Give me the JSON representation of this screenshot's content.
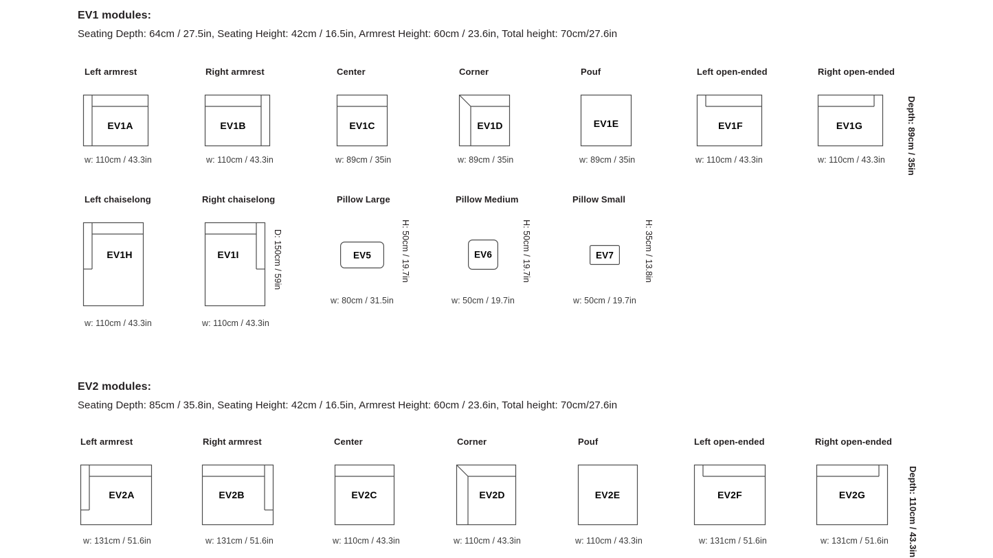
{
  "sections": [
    {
      "id": "ev1",
      "title": "EV1 modules:",
      "specs": "Seating Depth: 64cm / 27.5in, Seating Height: 42cm / 16.5in, Armrest Height: 60cm / 23.6in, Total height: 70cm/27.6in",
      "depth_label": "Depth: 89cm / 35in",
      "modules": [
        {
          "title": "Left armrest",
          "code": "EV1A",
          "width": "w: 110cm / 43.3in",
          "type": "armrest-left"
        },
        {
          "title": "Right armrest",
          "code": "EV1B",
          "width": "w: 110cm / 43.3in",
          "type": "armrest-right"
        },
        {
          "title": "Center",
          "code": "EV1C",
          "width": "w: 89cm / 35in",
          "type": "center"
        },
        {
          "title": "Corner",
          "code": "EV1D",
          "width": "w: 89cm / 35in",
          "type": "corner"
        },
        {
          "title": "Pouf",
          "code": "EV1E",
          "width": "w: 89cm / 35in",
          "type": "pouf"
        },
        {
          "title": "Left open-ended",
          "code": "EV1F",
          "width": "w: 110cm / 43.3in",
          "type": "open-left"
        },
        {
          "title": "Right open-ended",
          "code": "EV1G",
          "width": "w: 110cm / 43.3in",
          "type": "open-right"
        }
      ],
      "modules_row2": [
        {
          "title": "Left chaiselong",
          "code": "EV1H",
          "width": "w: 110cm / 43.3in",
          "type": "chaise-left",
          "vlabel": ""
        },
        {
          "title": "Right chaiselong",
          "code": "EV1I",
          "width": "w: 110cm / 43.3in",
          "type": "chaise-right",
          "vlabel": "D: 150cm / 59in"
        },
        {
          "title": "Pillow Large",
          "code": "EV5",
          "width": "w: 80cm / 31.5in",
          "type": "pillow-large",
          "vlabel": "H: 50cm / 19.7in"
        },
        {
          "title": "Pillow Medium",
          "code": "EV6",
          "width": "w: 50cm / 19.7in",
          "type": "pillow-medium",
          "vlabel": "H: 50cm / 19.7in"
        },
        {
          "title": "Pillow Small",
          "code": "EV7",
          "width": "w: 50cm / 19.7in",
          "type": "pillow-small",
          "vlabel": "H: 35cm / 13.8in"
        }
      ]
    },
    {
      "id": "ev2",
      "title": "EV2 modules:",
      "specs": "Seating Depth: 85cm / 35.8in, Seating Height: 42cm / 16.5in, Armrest Height: 60cm / 23.6in, Total height: 70cm/27.6in",
      "depth_label": "Depth: 110cm / 43.3in",
      "modules": [
        {
          "title": "Left armrest",
          "code": "EV2A",
          "width": "w: 131cm / 51.6in",
          "type": "armrest-left"
        },
        {
          "title": "Right armrest",
          "code": "EV2B",
          "width": "w: 131cm / 51.6in",
          "type": "armrest-right"
        },
        {
          "title": "Center",
          "code": "EV2C",
          "width": "w: 110cm / 43.3in",
          "type": "center"
        },
        {
          "title": "Corner",
          "code": "EV2D",
          "width": "w: 110cm / 43.3in",
          "type": "corner"
        },
        {
          "title": "Pouf",
          "code": "EV2E",
          "width": "w: 110cm / 43.3in",
          "type": "pouf"
        },
        {
          "title": "Left open-ended",
          "code": "EV2F",
          "width": "w: 131cm / 51.6in",
          "type": "open-left"
        },
        {
          "title": "Right open-ended",
          "code": "EV2G",
          "width": "w: 131cm / 51.6in",
          "type": "open-right"
        }
      ]
    }
  ],
  "colors": {
    "stroke": "#4d4d4d",
    "text": "#231f20",
    "muted": "#3a3a3a",
    "background": "#ffffff"
  }
}
